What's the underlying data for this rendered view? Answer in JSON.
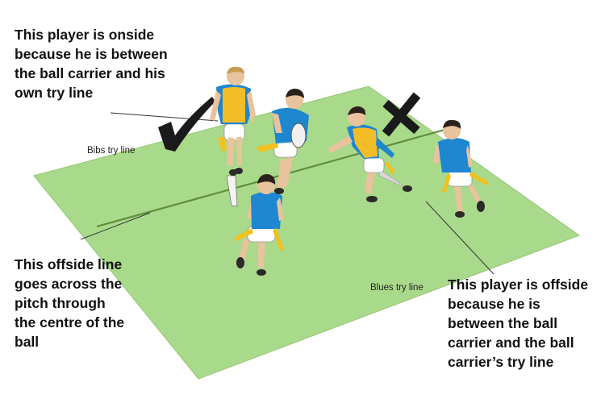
{
  "annotations": {
    "onside_note": "This player is onside\nbecause he is between\nthe ball carrier and his\nown try line",
    "offside_line_note": "This offside line\ngoes across the\npitch through\nthe centre of the\nball",
    "offside_note": "This player is offside\nbecause he is\nbetween the ball\ncarrier and the ball\ncarrier’s try line"
  },
  "pitch_labels": {
    "bibs_try_line": "Bibs try line",
    "blues_try_line": "Blues try line"
  },
  "markers": {
    "onside": "check-mark-icon",
    "offside": "cross-mark-icon"
  },
  "colors": {
    "pitch": "#a9d98a",
    "pitch_edge": "#94c774",
    "offside_line": "#5f8f3a",
    "blue_shirt": "#1f86d0",
    "bib": "#f2bd27",
    "tag": "#f3c01d",
    "mark": "#1a1a1a"
  }
}
